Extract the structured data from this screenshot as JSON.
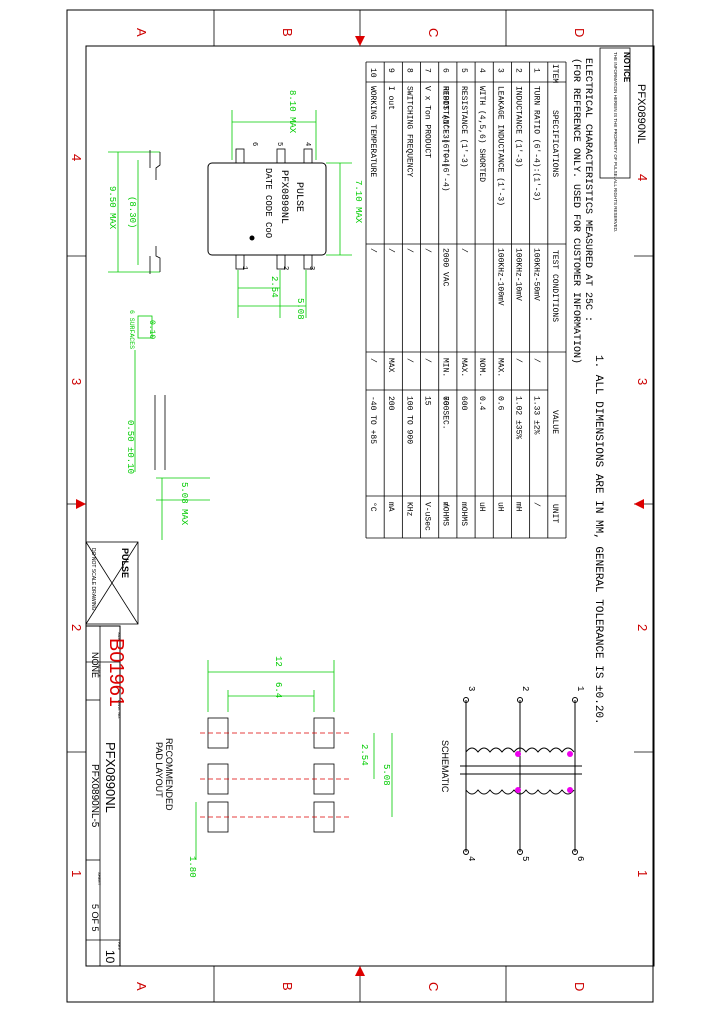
{
  "zones": {
    "letters": [
      "A",
      "B",
      "C",
      "D"
    ],
    "numbers": [
      "4",
      "3",
      "2",
      "1"
    ]
  },
  "title_block": {
    "part_number": "PFX0890NL",
    "doc_number": "B01961",
    "scale": "NONE",
    "drawing_file": "PFX0890NL-5",
    "sheet": "5 OF 5",
    "rev": "10",
    "small_labels": {
      "dwg_no": "DWG. NO.",
      "size": "SIZE",
      "scale": "SCALE",
      "sheet": "SHEET",
      "rev": "REV"
    }
  },
  "notice": {
    "title": "NOTICE",
    "text": "THE INFORMATION HEREIN IS THE PROPERTY OF PULSE. ALL RIGHTS RESERVED."
  },
  "top_label": "PFX0890NL",
  "notes": {
    "note1": "1. ALL DIMENSIONS ARE IN MM, GENERAL TOLERANCE IS ±0.20.",
    "elec1": "ELECTRICAL CHARACTERISTICS MEASURED AT 25C :",
    "elec2": "(FOR REFERENCE ONLY. USED FOR CUSTOMER INFORMATION)"
  },
  "spec_table": {
    "headers": [
      "ITEM",
      "SPECIFICATIONS",
      "TEST CONDITIONS",
      "VALUE",
      "UNIT"
    ],
    "rows": [
      {
        "item": "1",
        "spec": "TURN RATIO (6'-4):(1'-3)",
        "cond": "100KHz-50mV",
        "lim": "/",
        "value": "1.33 ±2%",
        "unit": "/"
      },
      {
        "item": "2",
        "spec": "INDUCTANCE (1'-3)",
        "cond": "100KHz-10mV",
        "lim": "/",
        "value": "1.02 ±35%",
        "unit": "mH"
      },
      {
        "item": "3",
        "spec": "LEAKAGE INDUCTANCE (1'-3)",
        "spec2": "WITH (4,5,6) SHORTED",
        "cond": "100KHz-100mV",
        "lim": "MAX.",
        "lim2": "NOM.",
        "value": "0.6",
        "value2": "0.4",
        "unit": "uH",
        "unit2": "uH"
      },
      {
        "item": "4",
        "spec": "",
        "cond": "",
        "lim": "",
        "value": "",
        "unit": ""
      },
      {
        "item": "5",
        "spec": "RESISTANCE (1'-3)",
        "spec2": "RESISTANCE (6'-4)",
        "cond": "/",
        "lim": "MAX.",
        "value": "600",
        "value2": "700",
        "unit": "mOHMS",
        "unit2": "mOHMS"
      },
      {
        "item": "6",
        "spec": "HIPOT (1'-3) TO (6'-4)",
        "cond": "2000 VAC",
        "lim": "MIN.",
        "value": "60 SEC.",
        "unit": "/"
      },
      {
        "item": "7",
        "spec": "V x Ton PRODUCT",
        "cond": "/",
        "lim": "/",
        "value": "15",
        "unit": "V-uSec"
      },
      {
        "item": "8",
        "spec": "SWITCHING FREQUENCY",
        "cond": "/",
        "lim": "/",
        "value": "100 TO 900",
        "unit": "KHz"
      },
      {
        "item": "9",
        "spec": "I out",
        "cond": "/",
        "lim": "MAX",
        "value": "200",
        "unit": "mA"
      },
      {
        "item": "10",
        "spec": "WORKING TEMPERATURE",
        "cond": "/",
        "lim": "/",
        "value": "-40 TO +85",
        "unit": "°C"
      }
    ]
  },
  "package": {
    "brand": "PULSE",
    "part": "PFX0890NL",
    "date_code": "DATE CODE CoO",
    "pins_top": [
      "6",
      "5",
      "4"
    ],
    "pins_bottom": [
      "1",
      "2",
      "3"
    ]
  },
  "dims": {
    "d810": "8.10 MAX",
    "d950": "9.50 MAX",
    "d830": "(8.30)",
    "d710": "7.10 MAX",
    "d254": "2.54",
    "d508": "5.08",
    "flat": "0.10",
    "surfaces": "6 SURFACES",
    "d050": "0.50 ±0.10",
    "d508max": "5.08 MAX"
  },
  "pad_layout": {
    "title1": "RECOMMENDED",
    "title2": "PAD LAYOUT",
    "d12": "12",
    "d64": "6.4",
    "d254": "2.54",
    "d508": "5.08",
    "d180": "1.80"
  },
  "schematic": {
    "title": "SCHEMATIC",
    "left_pins": [
      "1",
      "2",
      "3"
    ],
    "right_pins": [
      "6",
      "5",
      "4"
    ]
  },
  "stamp": {
    "line1": "PULSE",
    "line2": "DO NOT SCALE DRAWING"
  }
}
